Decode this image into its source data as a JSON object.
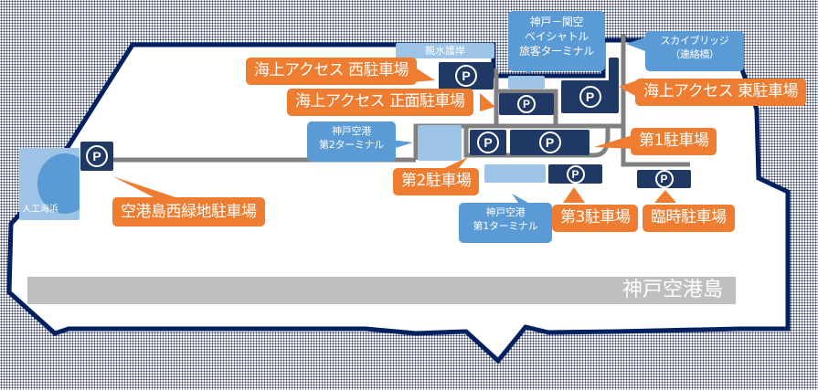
{
  "map": {
    "island_name": "神戸空港島",
    "colors": {
      "sea_pattern": "#2a3358",
      "island_outline": "#002060",
      "parking_lot": "#203864",
      "parking_label": "#ee7d31",
      "facility_label": "#5b9bd5",
      "facility_area": "#9dc3e6",
      "road": "#808080",
      "island_name_band": "#bfbfbf"
    },
    "parking_icon": "P",
    "parking_labels": {
      "west_green": "空港島西緑地駐車場",
      "sea_west": "海上アクセス  西駐車場",
      "sea_front": "海上アクセス  正面駐車場",
      "sea_east": "海上アクセス  東駐車場",
      "lot1": "第1駐車場",
      "lot2": "第2駐車場",
      "lot3": "第3駐車場",
      "temp": "臨時駐車場"
    },
    "facility_labels": {
      "bay_shuttle": [
        "神戸－関空",
        "ベイシャトル",
        "旅客ターミナル"
      ],
      "sky_bridge": [
        "スカイブリッジ",
        "（連絡橋）"
      ],
      "terminal2": [
        "神戸空港",
        "第2ターミナル"
      ],
      "terminal1": [
        "神戸空港",
        "第1ターミナル"
      ],
      "waterfront": "親水護岸",
      "artificial_beach": "人工海浜"
    }
  }
}
